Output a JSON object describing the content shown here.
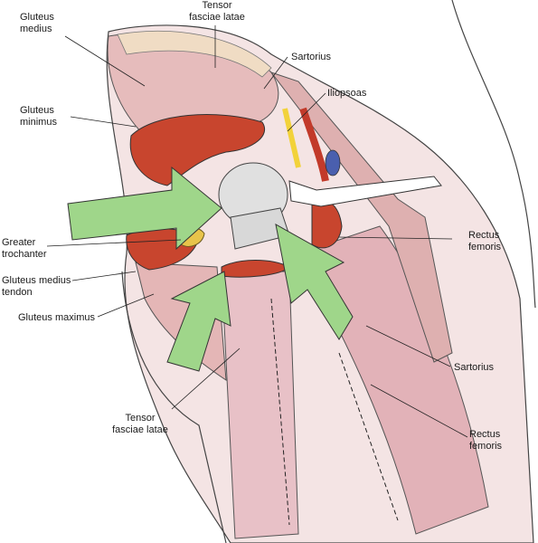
{
  "labels": {
    "gluteus_medius": "Gluteus\nmedius",
    "tensor_top": "Tensor\nfasciae latae",
    "sartorius_top": "Sartorius",
    "iliopsoas": "Iliopsoas",
    "gluteus_minimus": "Gluteus\nminimus",
    "greater_trochanter": "Greater\ntrochanter",
    "gluteus_medius_tendon": "Gluteus medius\ntendon",
    "gluteus_maximus": "Gluteus maximus",
    "rectus_femoris_top": "Rectus\nfemoris",
    "sartorius_bottom": "Sartorius",
    "tensor_bottom": "Tensor\nfasciae latae",
    "rectus_femoris_bottom": "Rectus\nfemoris"
  },
  "colors": {
    "muscle": "#e3b5b5",
    "muscle_dark": "#c98f8f",
    "cut_muscle": "#c8452e",
    "fat": "#f0dcc4",
    "arrow": "#9fd68a",
    "nerve": "#f2d23a",
    "vein": "#4a5fae",
    "tendon": "#e8e8e8"
  }
}
